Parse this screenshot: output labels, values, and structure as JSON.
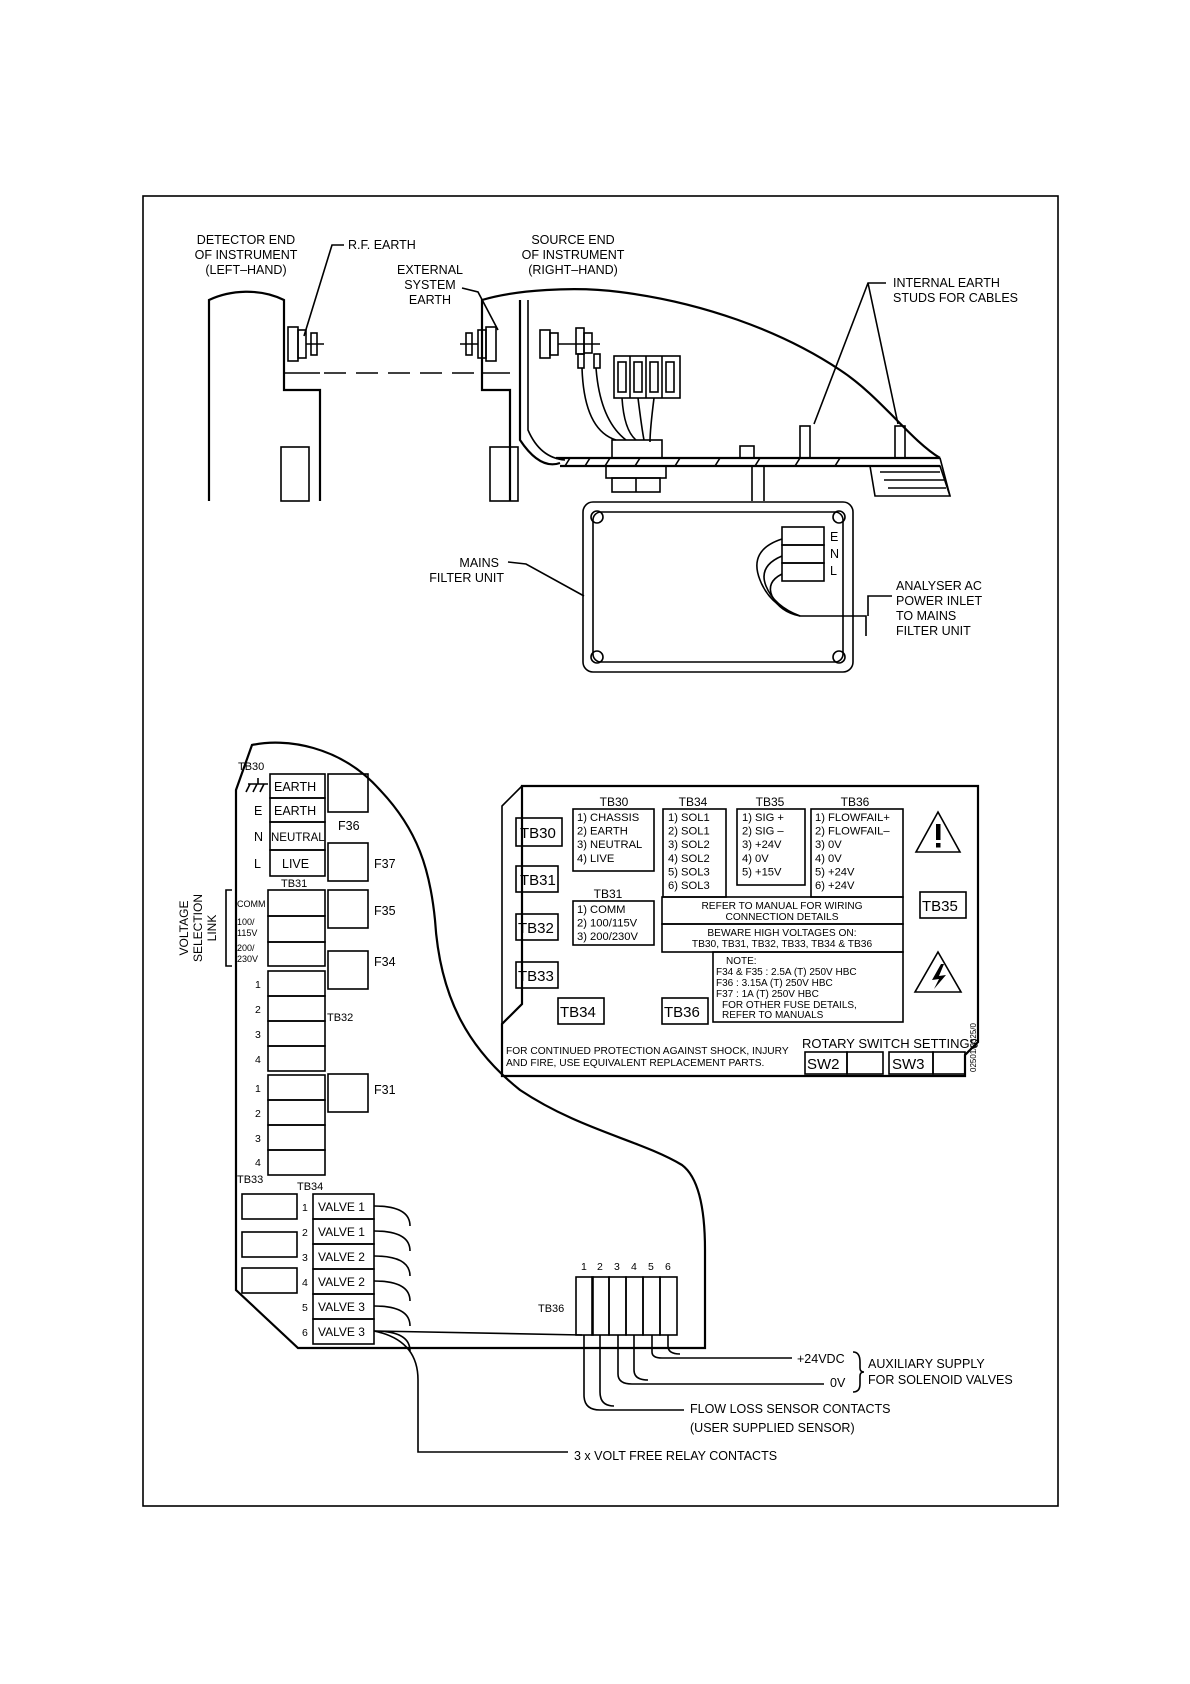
{
  "callouts": {
    "detector_end": [
      "DETECTOR END",
      "OF INSTRUMENT",
      "(LEFT–HAND)"
    ],
    "rf_earth": "R.F. EARTH",
    "source_end": [
      "SOURCE END",
      "OF INSTRUMENT",
      "(RIGHT–HAND)"
    ],
    "external_earth": [
      "EXTERNAL",
      "SYSTEM",
      "EARTH"
    ],
    "internal_earth": [
      "INTERNAL EARTH",
      "STUDS FOR CABLES"
    ],
    "mains_filter": [
      "MAINS",
      "FILTER UNIT"
    ],
    "power_inlet": [
      "ANALYSER AC",
      "POWER INLET",
      "TO MAINS",
      "FILTER UNIT"
    ],
    "enl": [
      "E",
      "N",
      "L"
    ]
  },
  "board": {
    "tb30_label": "TB30",
    "tb30_rows": [
      {
        "side": "",
        "label": "EARTH"
      },
      {
        "side": "E",
        "label": "EARTH"
      },
      {
        "side": "N",
        "label": "NEUTRAL"
      },
      {
        "side": "L",
        "label": "LIVE"
      }
    ],
    "tb31_label": "TB31",
    "tb31_rows": [
      "COMM",
      "100/\n115V",
      "200/\n230V"
    ],
    "voltage_link": [
      "VOLTAGE",
      "SELECTION",
      "LINK"
    ],
    "fuses": [
      "F36",
      "F37",
      "F35",
      "F34",
      "F31"
    ],
    "tb32_label": "TB32",
    "tb32_rows": [
      "1",
      "2",
      "3",
      "4"
    ],
    "tb33_label": "TB33",
    "tb33_rows": [
      "1",
      "2",
      "3",
      "4"
    ],
    "tb34_label": "TB34",
    "tb34_rows": [
      {
        "n": "1",
        "label": "VALVE 1"
      },
      {
        "n": "2",
        "label": "VALVE 1"
      },
      {
        "n": "3",
        "label": "VALVE 2"
      },
      {
        "n": "4",
        "label": "VALVE 2"
      },
      {
        "n": "5",
        "label": "VALVE 3"
      },
      {
        "n": "6",
        "label": "VALVE 3"
      }
    ],
    "tb36_label": "TB36",
    "tb36_numbers": [
      "1",
      "2",
      "3",
      "4",
      "5",
      "6"
    ]
  },
  "wiring": {
    "plus24": "+24VDC",
    "zero_v": "0V",
    "aux_supply": [
      "AUXILIARY SUPPLY",
      "FOR SOLENOID VALVES"
    ],
    "flow_loss": [
      "FLOW LOSS SENSOR CONTACTS",
      "(USER SUPPLIED SENSOR)"
    ],
    "relay": "3 x VOLT FREE RELAY CONTACTS"
  },
  "panel": {
    "tb_boxes": [
      "TB30",
      "TB31",
      "TB32",
      "TB33",
      "TB34",
      "TB36",
      "TB35"
    ],
    "tb30": {
      "title": "TB30",
      "lines": [
        "1) CHASSIS",
        "2) EARTH",
        "3) NEUTRAL",
        "4) LIVE"
      ]
    },
    "tb34": {
      "title": "TB34",
      "lines": [
        "1) SOL1",
        "2) SOL1",
        "3) SOL2",
        "4) SOL2",
        "5) SOL3",
        "6) SOL3"
      ]
    },
    "tb35": {
      "title": "TB35",
      "lines": [
        "1) SIG +",
        "2) SIG –",
        "3) +24V",
        "4) 0V",
        "5) +15V"
      ]
    },
    "tb36": {
      "title": "TB36",
      "lines": [
        "1) FLOWFAIL+",
        "2) FLOWFAIL–",
        "3) 0V",
        "4) 0V",
        "5) +24V",
        "6) +24V"
      ]
    },
    "tb31": {
      "title": "TB31",
      "lines": [
        "1) COMM",
        "2) 100/115V",
        "3) 200/230V"
      ]
    },
    "refer_manual": [
      "REFER TO MANUAL FOR WIRING",
      "CONNECTION DETAILS"
    ],
    "beware": [
      "BEWARE HIGH VOLTAGES ON:",
      "TB30, TB31, TB32, TB33, TB34 & TB36"
    ],
    "note": [
      "NOTE:",
      "F34 & F35 :  2.5A (T) 250V HBC",
      "F36 :  3.15A (T) 250V HBC",
      "F37 :  1A (T) 250V HBC",
      "FOR OTHER FUSE DETAILS,",
      "REFER TO MANUALS"
    ],
    "warning": [
      "FOR CONTINUED PROTECTION AGAINST SHOCK, INJURY",
      "AND FIRE, USE EQUIVALENT REPLACEMENT PARTS."
    ],
    "rotary": "ROTARY SWITCH SETTINGS",
    "sw2": "SW2",
    "sw3": "SW3",
    "drawing_no": "02501/2325/0"
  }
}
